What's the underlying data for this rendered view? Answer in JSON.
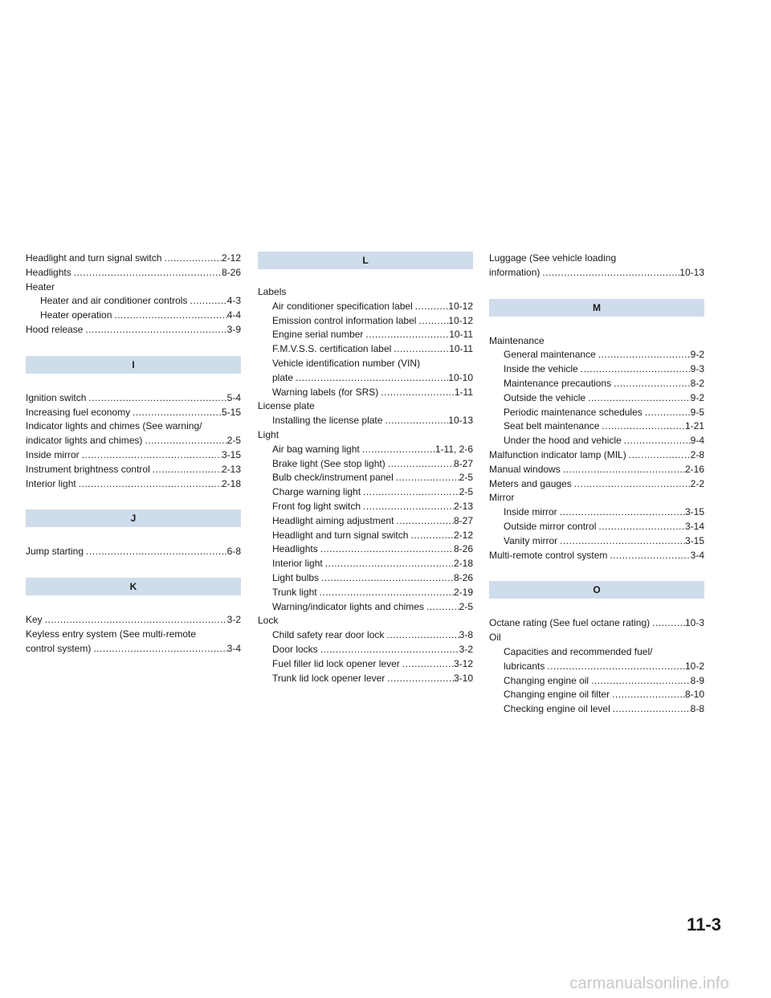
{
  "columns": [
    [
      {
        "kind": "entry",
        "label": "Headlight and turn signal switch",
        "page": "2-12"
      },
      {
        "kind": "entry",
        "label": "Headlights",
        "page": "8-26"
      },
      {
        "kind": "text",
        "label": "Heater"
      },
      {
        "kind": "entry",
        "sub": true,
        "label": "Heater and air conditioner controls",
        "page": "4-3"
      },
      {
        "kind": "entry",
        "sub": true,
        "label": "Heater operation",
        "page": "4-4"
      },
      {
        "kind": "entry",
        "label": "Hood release",
        "page": "3-9"
      },
      {
        "kind": "heading",
        "label": "I"
      },
      {
        "kind": "entry",
        "label": "Ignition switch",
        "page": "5-4"
      },
      {
        "kind": "entry",
        "label": "Increasing fuel economy",
        "page": "5-15"
      },
      {
        "kind": "text",
        "label": "Indicator lights and chimes (See warning/"
      },
      {
        "kind": "entry",
        "label": "indicator lights and chimes)",
        "page": "2-5"
      },
      {
        "kind": "entry",
        "label": "Inside mirror",
        "page": "3-15"
      },
      {
        "kind": "entry",
        "label": "Instrument brightness control",
        "page": "2-13"
      },
      {
        "kind": "entry",
        "label": "Interior light",
        "page": "2-18"
      },
      {
        "kind": "heading",
        "label": "J"
      },
      {
        "kind": "entry",
        "label": "Jump starting",
        "page": "6-8"
      },
      {
        "kind": "heading",
        "label": "K"
      },
      {
        "kind": "entry",
        "label": "Key",
        "page": "3-2"
      },
      {
        "kind": "text",
        "label": "Keyless entry system (See multi-remote"
      },
      {
        "kind": "entry",
        "label": "control system)",
        "page": "3-4"
      }
    ],
    [
      {
        "kind": "heading",
        "label": "L"
      },
      {
        "kind": "text",
        "label": "Labels"
      },
      {
        "kind": "entry",
        "sub": true,
        "label": "Air conditioner specification label",
        "page": "10-12"
      },
      {
        "kind": "entry",
        "sub": true,
        "label": "Emission control information label",
        "page": "10-12"
      },
      {
        "kind": "entry",
        "sub": true,
        "label": "Engine serial number",
        "page": "10-11"
      },
      {
        "kind": "entry",
        "sub": true,
        "label": "F.M.V.S.S. certification label",
        "page": "10-11"
      },
      {
        "kind": "text",
        "sub": true,
        "label": "Vehicle identification number (VIN)"
      },
      {
        "kind": "entry",
        "sub": true,
        "label": "plate",
        "page": "10-10"
      },
      {
        "kind": "entry",
        "sub": true,
        "label": "Warning labels (for SRS)",
        "page": "1-11"
      },
      {
        "kind": "text",
        "label": "License plate"
      },
      {
        "kind": "entry",
        "sub": true,
        "label": "Installing the license plate",
        "page": "10-13"
      },
      {
        "kind": "text",
        "label": "Light"
      },
      {
        "kind": "entry",
        "sub": true,
        "label": "Air bag warning light",
        "page": "1-11, 2-6"
      },
      {
        "kind": "entry",
        "sub": true,
        "label": "Brake light (See stop light)",
        "page": "8-27"
      },
      {
        "kind": "entry",
        "sub": true,
        "label": "Bulb check/instrument panel",
        "page": "2-5"
      },
      {
        "kind": "entry",
        "sub": true,
        "label": "Charge warning light",
        "page": "2-5"
      },
      {
        "kind": "entry",
        "sub": true,
        "label": "Front fog light switch",
        "page": "2-13"
      },
      {
        "kind": "entry",
        "sub": true,
        "label": "Headlight aiming adjustment",
        "page": "8-27"
      },
      {
        "kind": "entry",
        "sub": true,
        "label": "Headlight and turn signal switch",
        "page": "2-12"
      },
      {
        "kind": "entry",
        "sub": true,
        "label": "Headlights",
        "page": "8-26"
      },
      {
        "kind": "entry",
        "sub": true,
        "label": "Interior light",
        "page": "2-18"
      },
      {
        "kind": "entry",
        "sub": true,
        "label": "Light bulbs",
        "page": "8-26"
      },
      {
        "kind": "entry",
        "sub": true,
        "label": "Trunk light",
        "page": "2-19"
      },
      {
        "kind": "entry",
        "sub": true,
        "label": "Warning/indicator lights and chimes",
        "page": "2-5"
      },
      {
        "kind": "text",
        "label": "Lock"
      },
      {
        "kind": "entry",
        "sub": true,
        "label": "Child safety rear door lock",
        "page": "3-8"
      },
      {
        "kind": "entry",
        "sub": true,
        "label": "Door locks",
        "page": "3-2"
      },
      {
        "kind": "entry",
        "sub": true,
        "label": "Fuel filler lid lock opener lever",
        "page": "3-12"
      },
      {
        "kind": "entry",
        "sub": true,
        "label": "Trunk lid lock opener lever",
        "page": "3-10"
      }
    ],
    [
      {
        "kind": "text",
        "label": "Luggage (See vehicle loading"
      },
      {
        "kind": "entry",
        "label": "information)",
        "page": "10-13"
      },
      {
        "kind": "heading",
        "label": "M"
      },
      {
        "kind": "text",
        "label": "Maintenance"
      },
      {
        "kind": "entry",
        "sub": true,
        "label": "General maintenance",
        "page": "9-2"
      },
      {
        "kind": "entry",
        "sub": true,
        "label": "Inside the vehicle",
        "page": "9-3"
      },
      {
        "kind": "entry",
        "sub": true,
        "label": "Maintenance precautions",
        "page": "8-2"
      },
      {
        "kind": "entry",
        "sub": true,
        "label": "Outside the vehicle",
        "page": "9-2"
      },
      {
        "kind": "entry",
        "sub": true,
        "label": "Periodic maintenance schedules",
        "page": "9-5"
      },
      {
        "kind": "entry",
        "sub": true,
        "label": "Seat belt maintenance",
        "page": "1-21"
      },
      {
        "kind": "entry",
        "sub": true,
        "label": "Under the hood and vehicle",
        "page": "9-4"
      },
      {
        "kind": "entry",
        "label": "Malfunction indicator lamp (MIL)",
        "page": "2-8"
      },
      {
        "kind": "entry",
        "label": "Manual windows",
        "page": "2-16"
      },
      {
        "kind": "entry",
        "label": "Meters and gauges",
        "page": "2-2"
      },
      {
        "kind": "text",
        "label": "Mirror"
      },
      {
        "kind": "entry",
        "sub": true,
        "label": "Inside mirror",
        "page": "3-15"
      },
      {
        "kind": "entry",
        "sub": true,
        "label": "Outside mirror control",
        "page": "3-14"
      },
      {
        "kind": "entry",
        "sub": true,
        "label": "Vanity mirror",
        "page": "3-15"
      },
      {
        "kind": "entry",
        "label": "Multi-remote control system",
        "page": "3-4"
      },
      {
        "kind": "heading",
        "label": "O"
      },
      {
        "kind": "entry",
        "label": "Octane rating (See fuel octane rating)",
        "page": "10-3"
      },
      {
        "kind": "text",
        "label": "Oil"
      },
      {
        "kind": "text",
        "sub": true,
        "label": "Capacities and recommended fuel/"
      },
      {
        "kind": "entry",
        "sub": true,
        "label": "lubricants",
        "page": "10-2"
      },
      {
        "kind": "entry",
        "sub": true,
        "label": "Changing engine oil",
        "page": "8-9"
      },
      {
        "kind": "entry",
        "sub": true,
        "label": "Changing engine oil filter",
        "page": "8-10"
      },
      {
        "kind": "entry",
        "sub": true,
        "label": "Checking engine oil level",
        "page": "8-8"
      }
    ]
  ],
  "page_number": "11-3",
  "watermark": "carmanualsonline.info",
  "colors": {
    "heading_band": "#cfdceb",
    "text": "#1a1a1a",
    "watermark": "#c8c8c8"
  }
}
